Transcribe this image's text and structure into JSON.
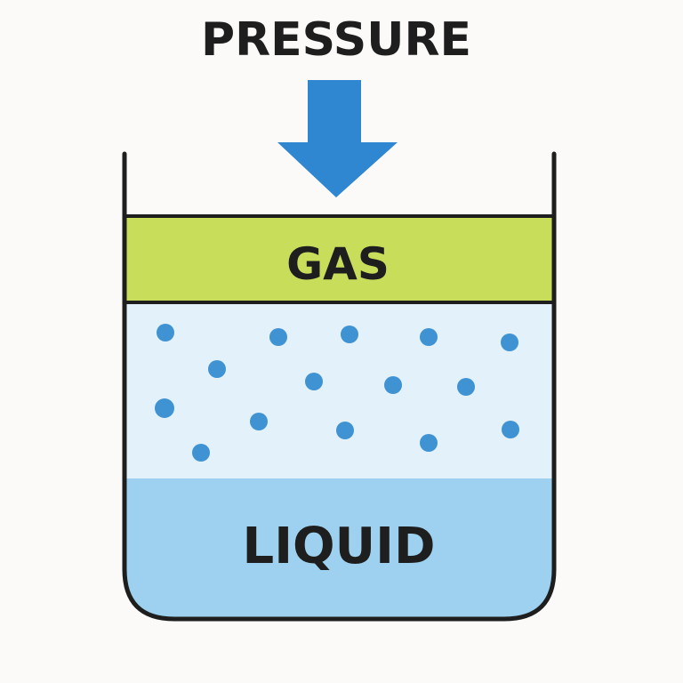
{
  "title": "PRESSURE",
  "gas_label": "GAS",
  "liquid_label": "LIQUID",
  "colors": {
    "background": "#fbfaf8",
    "arrow": "#2f86d1",
    "gas_layer": "#c8de5b",
    "dissolved_region": "#e3f1fb",
    "liquid": "#9dd1ef",
    "particles": "#3f93d3",
    "outline": "#1e1e1e"
  },
  "icons": {
    "arrow": "arrow-down-icon"
  }
}
